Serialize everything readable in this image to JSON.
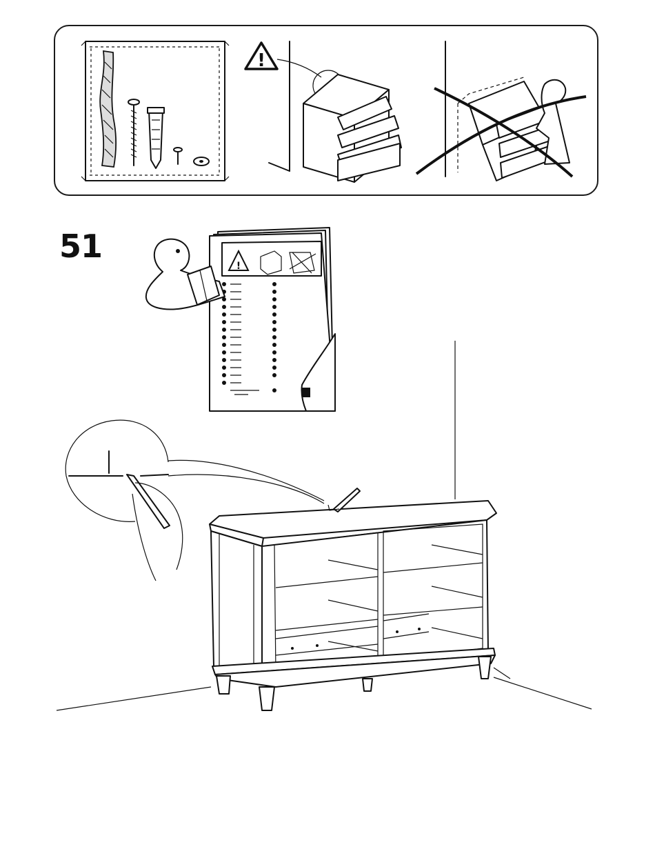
{
  "step": {
    "number": "51"
  },
  "warning_panel": {
    "warning_icon": "warning-triangle-icon",
    "warning_symbol": "!",
    "hardware_icons": [
      "wall-strap-icon",
      "long-screw-icon",
      "wall-plug-icon",
      "short-screw-icon",
      "washer-icon"
    ],
    "correct_image": "anchored-dresser-illustration",
    "wrong_image": "tipping-dresser-crossed-illustration"
  },
  "booklet": {
    "icon": "instruction-booklet-icon",
    "reader_icon": "person-reading-icon"
  },
  "main_illustration": {
    "icon": "dresser-marking-wall-illustration",
    "detail_icon": "pencil-mark-detail-icon"
  }
}
